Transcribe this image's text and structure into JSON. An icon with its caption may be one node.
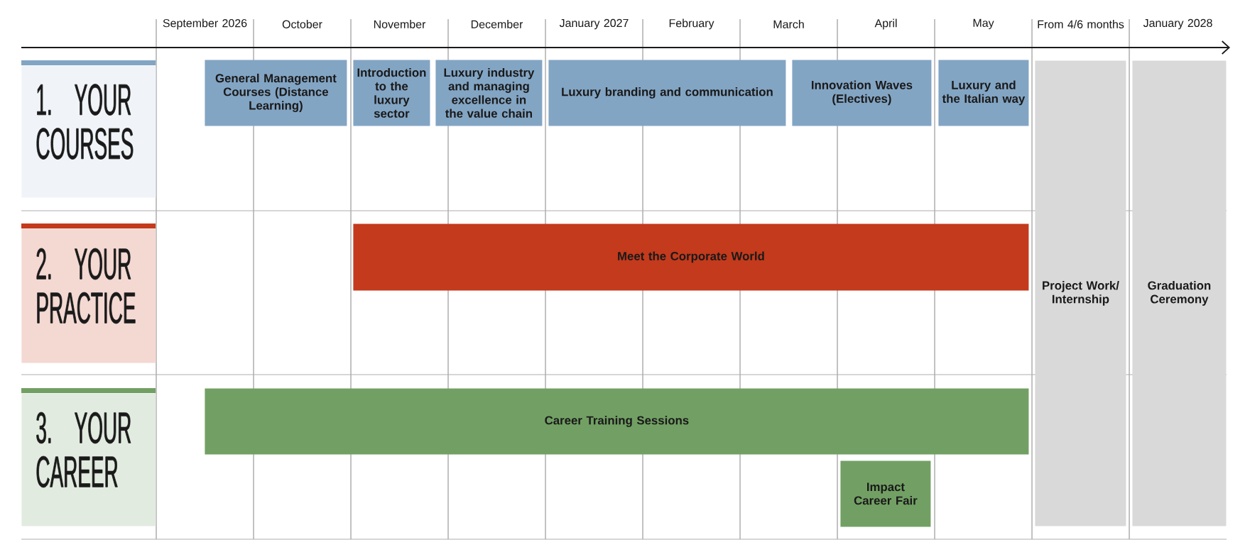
{
  "diagram": {
    "nodes": [
      {
        "text": [
          "1. YOUR COURSES"
        ]
      },
      {
        "text": [
          "2. YOUR PRACTICE"
        ]
      },
      {
        "text": [
          "3. YOUR CAREER"
        ]
      },
      {
        "text": [
          "General Management Courses (Distance Learning)"
        ]
      },
      {
        "text": [
          "Introduction to the luxury sector"
        ]
      },
      {
        "text": [
          "Luxury industry and managing excellence in the value chain"
        ]
      },
      {
        "text": [
          "Luxury branding and communication"
        ]
      },
      {
        "text": [
          "Innovation Waves (Electives)"
        ]
      },
      {
        "text": [
          "Luxury and the Italian way"
        ]
      },
      {
        "text": [
          "Project Work/ Internship"
        ]
      },
      {
        "text": [
          "Graduation Ceremony"
        ]
      },
      {
        "text": [
          "Meet the Corporate World"
        ]
      },
      {
        "text": [
          "Career Training Sessions"
        ]
      },
      {
        "text": [
          "Impact Career Fair"
        ]
      }
    ],
    "labels": [
      "September 2026",
      "October",
      "November",
      "December",
      "January 2027",
      "February",
      "March",
      "April",
      "May",
      "From 4/6 months",
      "January 2028"
    ]
  }
}
